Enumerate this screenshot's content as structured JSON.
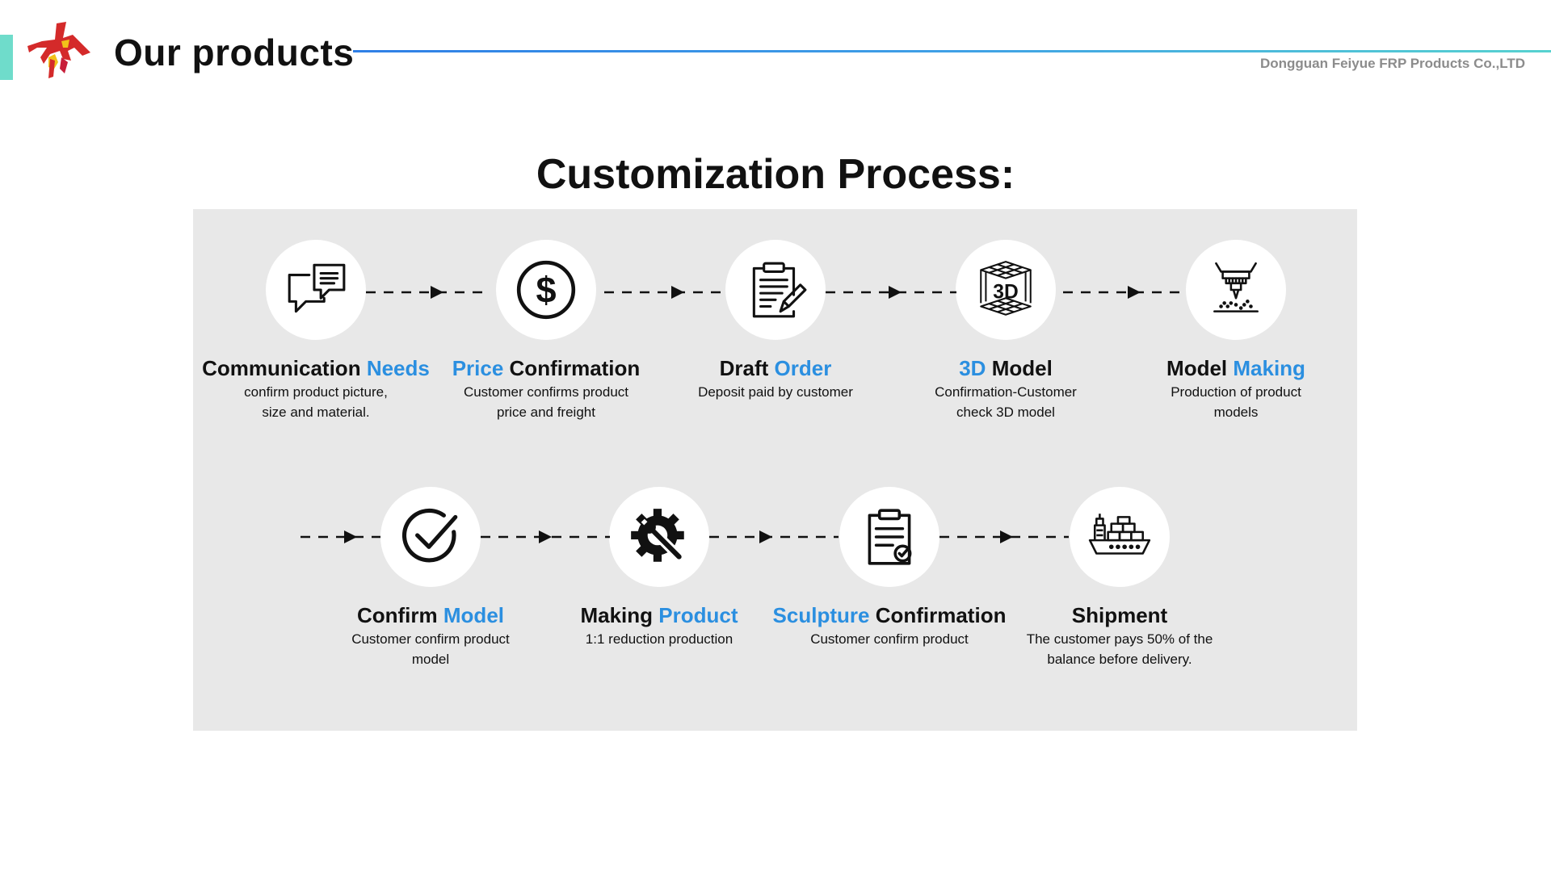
{
  "header": {
    "title": "Our products",
    "company": "Dongguan Feiyue FRP Products Co.,LTD",
    "accent_color": "#6fdccb",
    "line_gradient": [
      "#2f7fe6",
      "#57d2d0"
    ]
  },
  "diagram": {
    "title": "Customization Process:",
    "highlight_color": "#2b8fe0",
    "steps": [
      {
        "icon": "chat-bubbles-icon",
        "title_black": "Communication",
        "title_blue": "Needs",
        "desc": [
          "confirm product picture,",
          "size and material."
        ]
      },
      {
        "icon": "dollar-icon",
        "title_blue": "Price",
        "title_black": "Confirmation",
        "desc": [
          "Customer confirms product",
          "price and freight"
        ]
      },
      {
        "icon": "clipboard-pen-icon",
        "title_black": "Draft",
        "title_blue": "Order",
        "desc": [
          "Deposit paid by customer"
        ]
      },
      {
        "icon": "3d-cube-icon",
        "title_blue": "3D",
        "title_black": "Model",
        "desc": [
          "Confirmation-Customer",
          "check 3D model"
        ]
      },
      {
        "icon": "carving-machine-icon",
        "title_black": "Model",
        "title_blue": "Making",
        "desc": [
          "Production of product",
          "models"
        ]
      },
      {
        "icon": "check-circle-icon",
        "title_black": "Confirm",
        "title_blue": "Model",
        "desc": [
          "Customer confirm product",
          "model"
        ]
      },
      {
        "icon": "gear-wrench-icon",
        "title_black": "Making",
        "title_blue": "Product",
        "desc": [
          "1:1 reduction production"
        ]
      },
      {
        "icon": "clipboard-check-icon",
        "title_blue": "Sculpture",
        "title_black": "Confirmation",
        "desc": [
          "Customer confirm product"
        ]
      },
      {
        "icon": "cargo-ship-icon",
        "title_black": "Shipment",
        "title_blue": "",
        "desc": [
          "The customer pays 50% of the",
          "balance before delivery."
        ]
      }
    ]
  }
}
